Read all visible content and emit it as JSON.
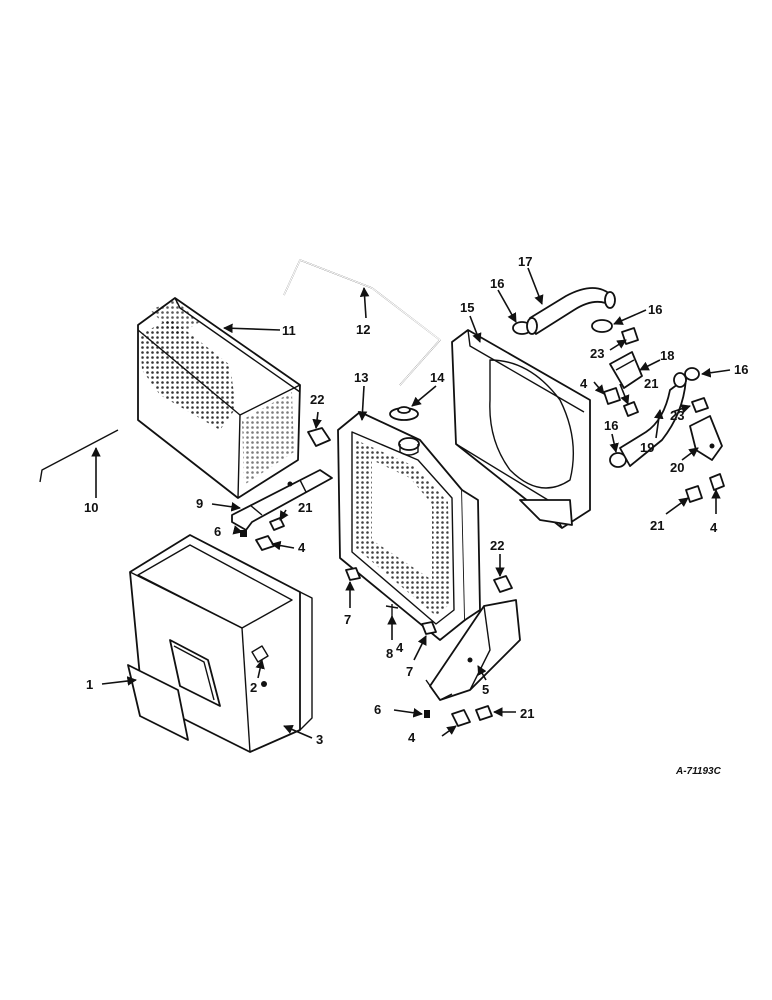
{
  "drawing_code": "A-71193C",
  "callouts": [
    "1",
    "2",
    "3",
    "4",
    "5",
    "6",
    "7",
    "8",
    "9",
    "10",
    "11",
    "12",
    "13",
    "14",
    "15",
    "16",
    "17",
    "18",
    "19",
    "20",
    "21",
    "22",
    "23"
  ],
  "colors": {
    "ink": "#111111",
    "paper": "#ffffff"
  }
}
